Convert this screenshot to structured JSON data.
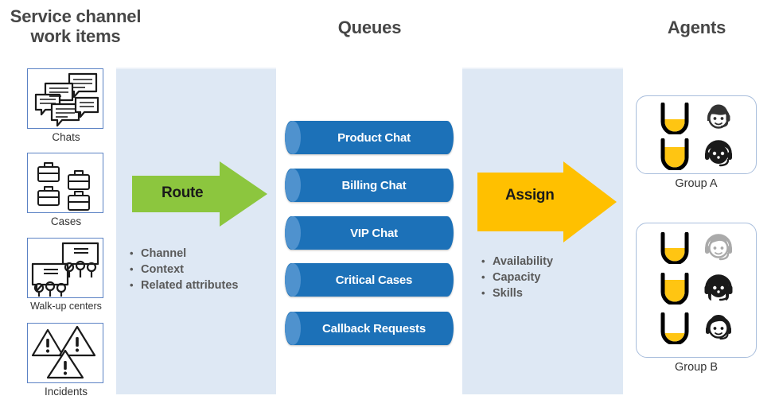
{
  "headings": {
    "work_items": "Service channel\nwork items",
    "queues": "Queues",
    "agents": "Agents"
  },
  "work_items": [
    {
      "label": "Chats",
      "icon": "chat-bubbles-icon"
    },
    {
      "label": "Cases",
      "icon": "briefcases-icon"
    },
    {
      "label": "Walk-up centers",
      "icon": "walk-up-center-icon"
    },
    {
      "label": "Incidents",
      "icon": "warning-triangles-icon"
    }
  ],
  "route_stage": {
    "arrow_label": "Route",
    "arrow_color": "#8CC63E",
    "criteria": [
      "Channel",
      "Context",
      "Related attributes"
    ]
  },
  "queues": [
    {
      "label": "Product Chat"
    },
    {
      "label": "Billing Chat"
    },
    {
      "label": "VIP Chat"
    },
    {
      "label": "Critical Cases"
    },
    {
      "label": "Callback Requests"
    }
  ],
  "queue_colors": {
    "body": "#1C71B8",
    "cap": "#4F92CE",
    "text": "#FFFFFF"
  },
  "assign_stage": {
    "arrow_label": "Assign",
    "arrow_color": "#FFC000",
    "criteria": [
      "Availability",
      "Capacity",
      "Skills"
    ]
  },
  "agent_groups": [
    {
      "label": "Group A",
      "agents": [
        {
          "capacity_fill": 40,
          "avatar": "agent-headset-light-hair-icon",
          "status": "available"
        },
        {
          "capacity_fill": 75,
          "avatar": "agent-headset-dark-hair-icon",
          "status": "available"
        }
      ]
    },
    {
      "label": "Group B",
      "agents": [
        {
          "capacity_fill": 45,
          "avatar": "agent-headset-offline-icon",
          "status": "offline"
        },
        {
          "capacity_fill": 80,
          "avatar": "agent-headset-long-hair-icon",
          "status": "available"
        },
        {
          "capacity_fill": 28,
          "avatar": "agent-headset-short-hair-icon",
          "status": "available"
        }
      ]
    }
  ],
  "palette": {
    "panel_background": "#DEE8F4",
    "icon_border": "#5B82C4",
    "capacity_fill": "#FFC512",
    "heading_text": "#464646"
  }
}
